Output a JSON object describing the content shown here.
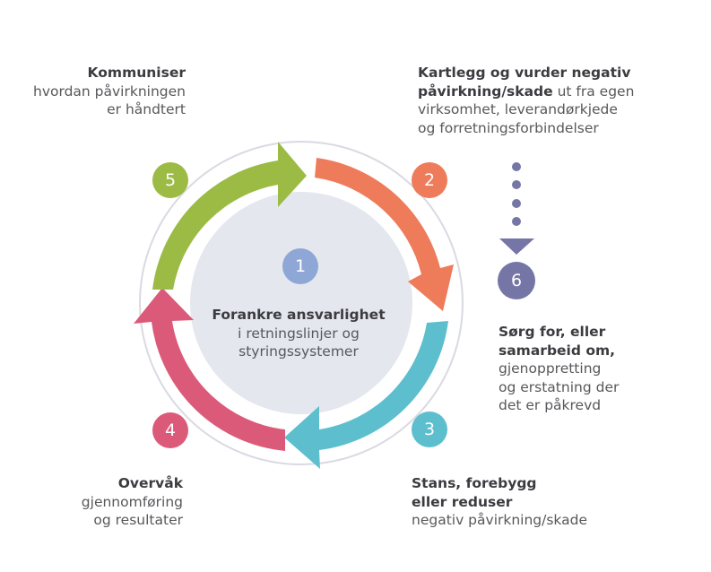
{
  "center": {
    "number": "1",
    "title": "Forankre ansvarlighet",
    "line1": "i retningslinjer og",
    "line2": "styringssystemer"
  },
  "steps": [
    {
      "number": "2",
      "bold1": "Kartlegg og vurder negativ",
      "bold2": "påvirkning/skade",
      "rest2": " ut fra egen",
      "line3": "virksomhet, leverandørkjede",
      "line4": "og forretningsforbindelser",
      "color": "#ee7b5a"
    },
    {
      "number": "3",
      "bold1": "Stans, forebygg",
      "bold2": "eller reduser",
      "line3": "negativ påvirkning/skade",
      "color": "#5dbfcd"
    },
    {
      "number": "4",
      "bold1": "Overvåk",
      "line2": "gjennomføring",
      "line3": "og resultater",
      "color": "#dc5a79"
    },
    {
      "number": "5",
      "bold1": "Kommuniser",
      "line2": "hvordan påvirkningen",
      "line3": "er håndtert",
      "color": "#9cbb45"
    },
    {
      "number": "6",
      "bold1": "Sørg for, eller",
      "bold2": "samarbeid om,",
      "line3": "gjenoppretting",
      "line4": "og erstatning der",
      "line5": "det er påkrevd",
      "color": "#7576a6"
    }
  ],
  "colors": {
    "center_fill": "#e4e7ee",
    "ring": "#d9dae2",
    "center_badge": "#8ea7d7"
  }
}
